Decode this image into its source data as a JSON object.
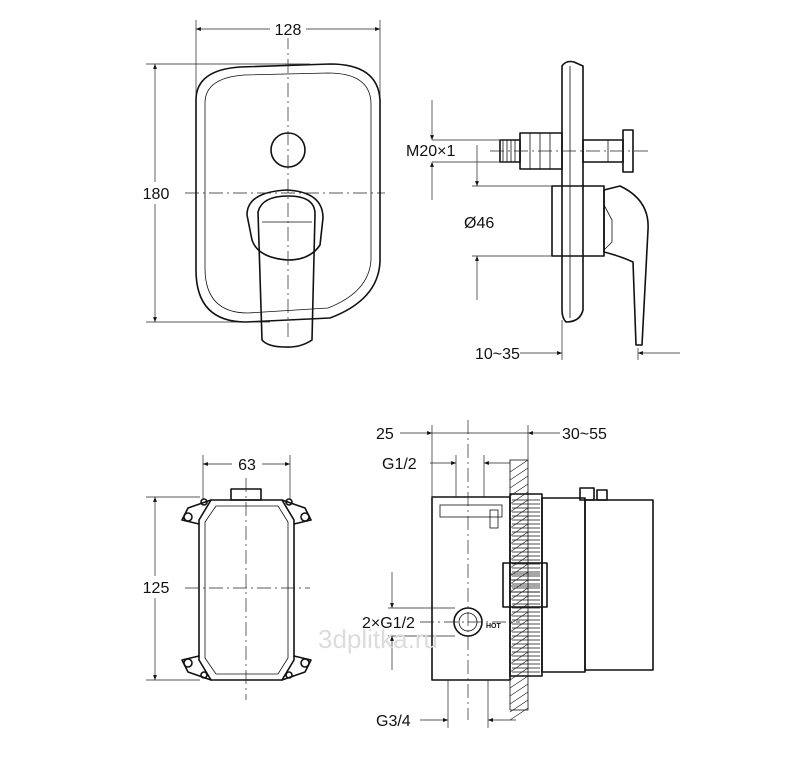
{
  "front_view": {
    "width_label": "128",
    "height_label": "180"
  },
  "side_view": {
    "thread_label": "M20×1",
    "diameter_label": "Ø46",
    "depth_label": "10~35"
  },
  "box_front_view": {
    "width_label": "63",
    "height_label": "125"
  },
  "box_side_view": {
    "left_offset_label": "25",
    "right_offset_label": "30~55",
    "top_connection_label": "G1/2",
    "side_connection_label": "2×G1/2",
    "bottom_connection_label": "G3/4",
    "hot_marking": "HOT"
  },
  "watermark": "3dplitka.ru"
}
